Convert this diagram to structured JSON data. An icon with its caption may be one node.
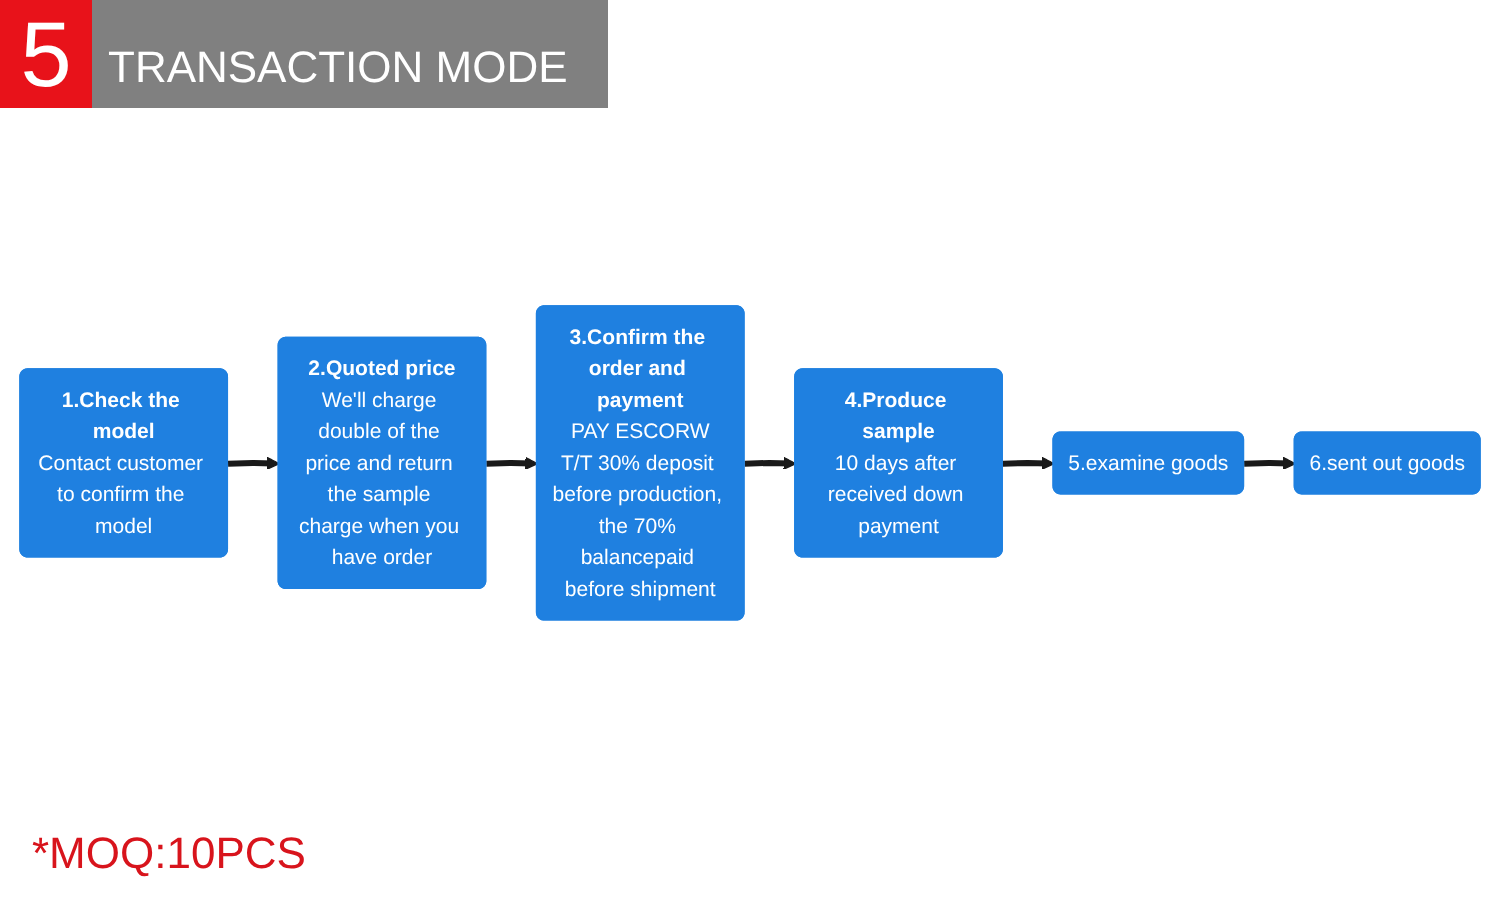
{
  "diagram": {
    "title": "TRANSACTION MODE",
    "nodes": [
      {
        "text": [
          "1.Check the model",
          "Contact customer to confirm the model"
        ]
      },
      {
        "text": [
          "2.Quoted price",
          "We'll charge double of the price and return the sample charge when you have order"
        ]
      },
      {
        "text": [
          "3.Confirm the order and payment",
          "PAY ESCORW",
          "T/T 30% deposit before production, the 70% balancepaid before shipment"
        ]
      },
      {
        "text": [
          "4.Produce sample",
          "10 days after received down payment"
        ]
      },
      {
        "text": [
          "5.examine goods"
        ]
      },
      {
        "text": [
          "6.sent out goods"
        ]
      }
    ],
    "edges": [
      {
        "from": 0,
        "to": 1,
        "arrow": "to"
      },
      {
        "from": 1,
        "to": 2,
        "arrow": "to"
      },
      {
        "from": 2,
        "to": 3,
        "arrow": "to"
      },
      {
        "from": 3,
        "to": 4,
        "arrow": "to"
      },
      {
        "from": 4,
        "to": 5,
        "arrow": "to"
      }
    ],
    "labels": [
      "5",
      "*MOQ:10PCS"
    ]
  }
}
